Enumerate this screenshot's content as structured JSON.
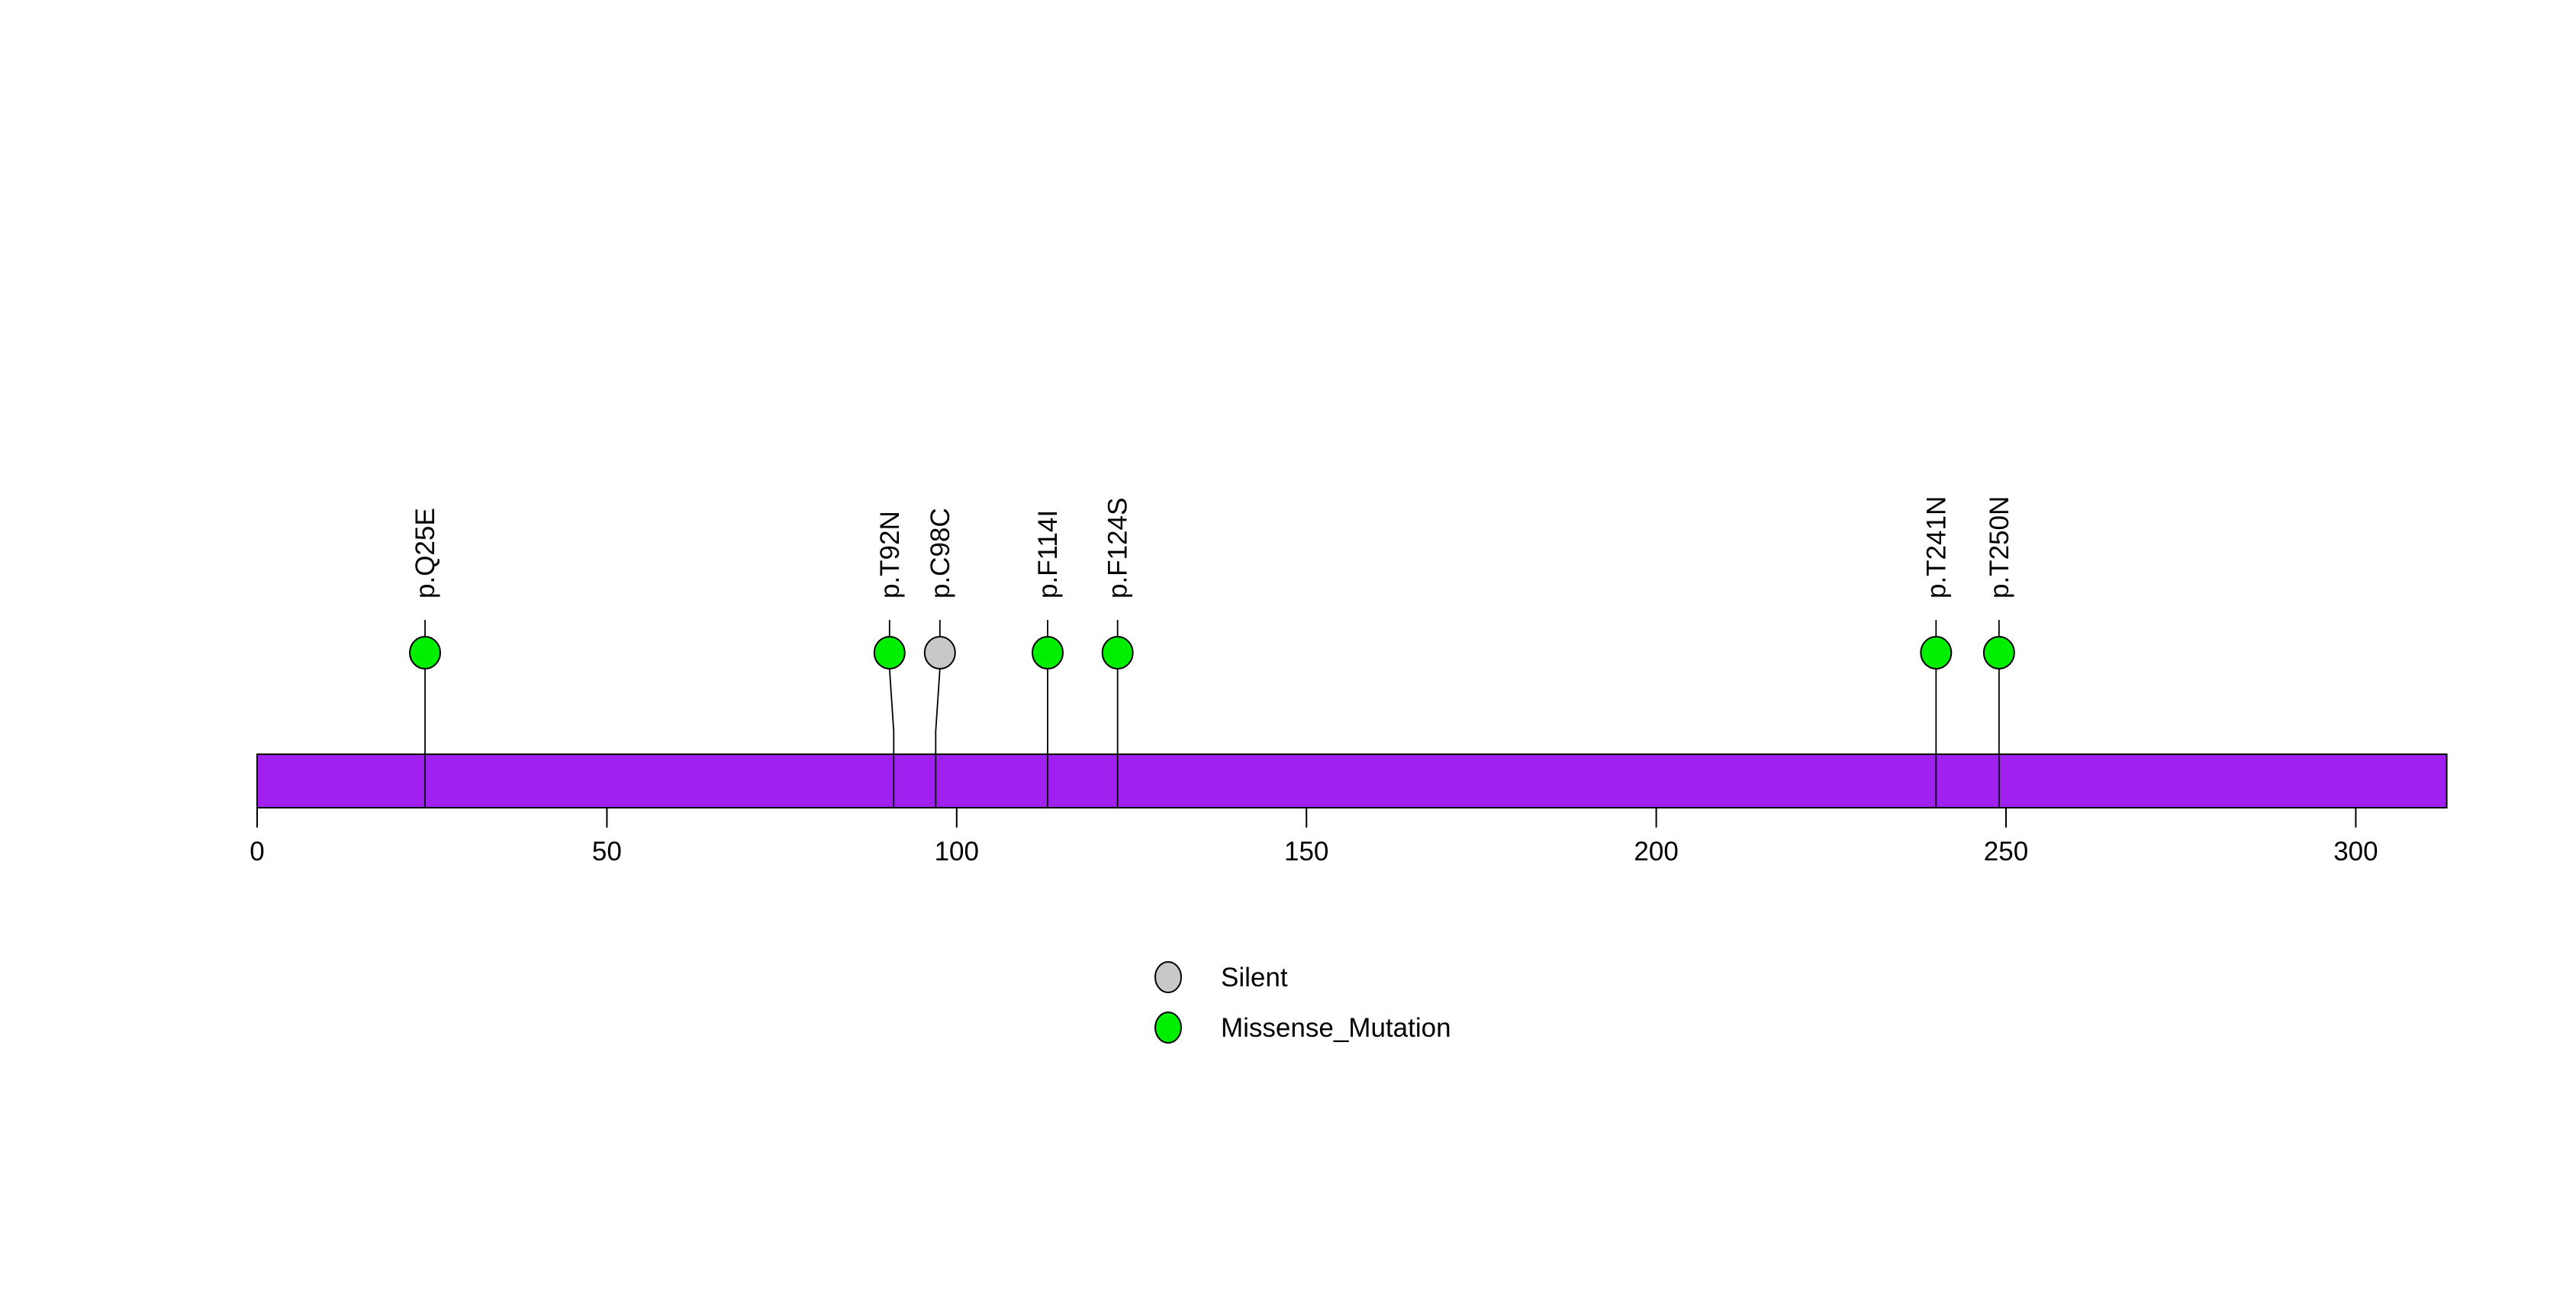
{
  "chart_data": {
    "type": "lollipop",
    "title": "",
    "xlabel": "",
    "ylabel": "",
    "protein_length": 313,
    "axis": {
      "tick_values": [
        0,
        50,
        100,
        150,
        200,
        250,
        300
      ],
      "tick_labels": [
        "0",
        "50",
        "100",
        "150",
        "200",
        "250",
        "300"
      ],
      "range": [
        0,
        313
      ]
    },
    "mutations": [
      {
        "label": "p.Q25E",
        "position": 25,
        "type": "Missense_Mutation"
      },
      {
        "label": "p.T92N",
        "position": 92,
        "type": "Missense_Mutation"
      },
      {
        "label": "p.C98C",
        "position": 98,
        "type": "Silent"
      },
      {
        "label": "p.F114I",
        "position": 114,
        "type": "Missense_Mutation"
      },
      {
        "label": "p.F124S",
        "position": 124,
        "type": "Missense_Mutation"
      },
      {
        "label": "p.T241N",
        "position": 241,
        "type": "Missense_Mutation"
      },
      {
        "label": "p.T250N",
        "position": 250,
        "type": "Missense_Mutation"
      }
    ],
    "legend": [
      {
        "label": "Silent",
        "color": "#C8C8C8"
      },
      {
        "label": "Missense_Mutation",
        "color": "#00EE00"
      }
    ],
    "colors": {
      "backbone": "#A020F0",
      "Silent": "#C8C8C8",
      "Missense_Mutation": "#00EE00",
      "stick": "#000000",
      "text": "#000000"
    },
    "legend_position": "bottom-center",
    "grid": "off"
  }
}
